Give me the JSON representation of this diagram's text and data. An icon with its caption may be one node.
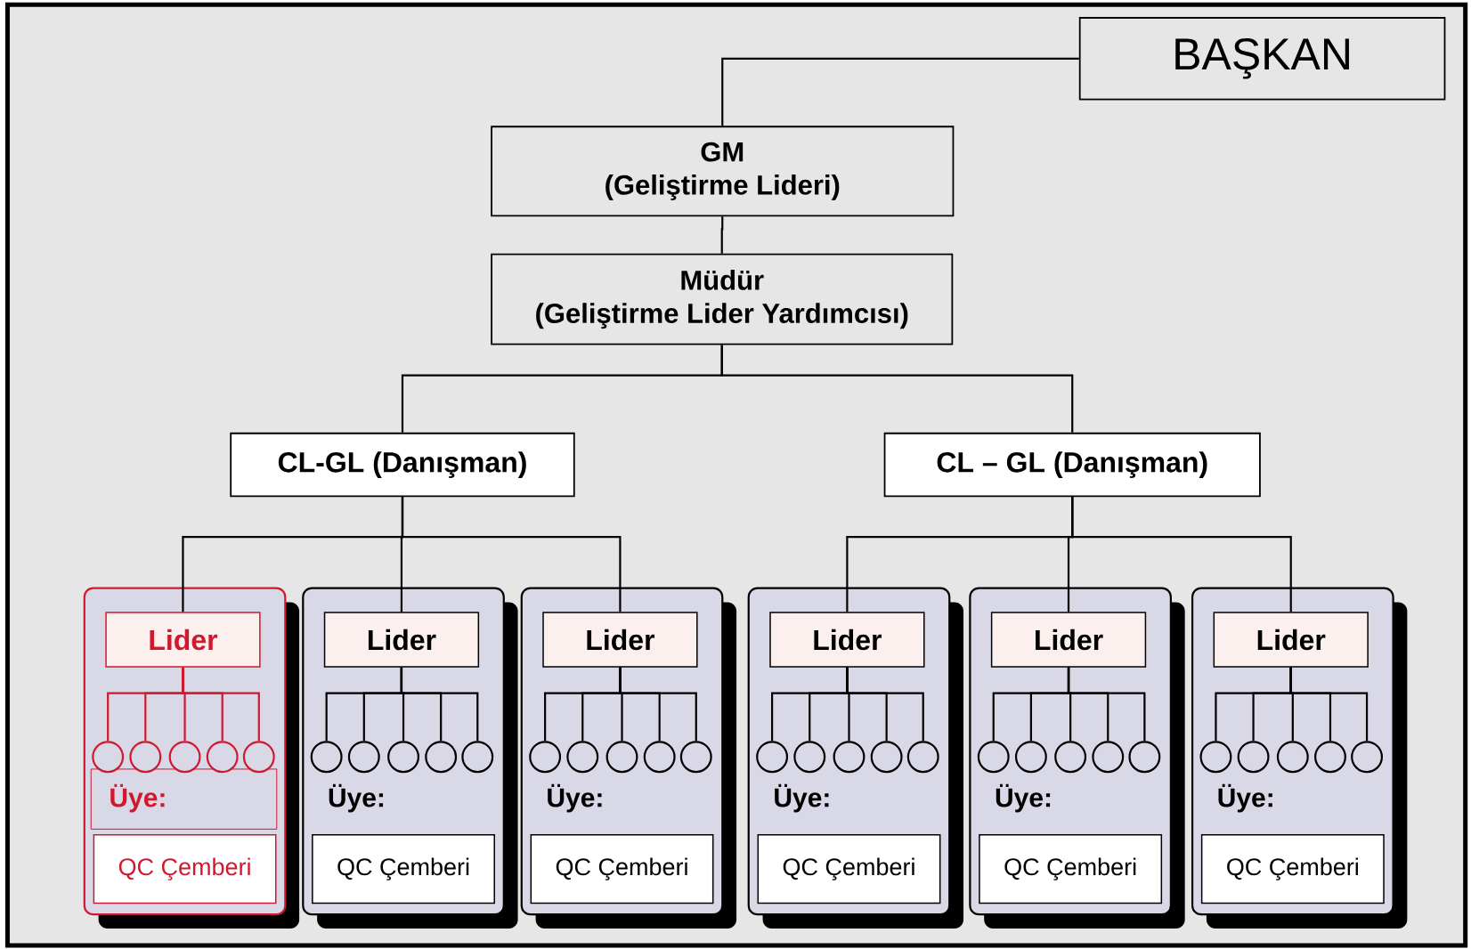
{
  "diagram": {
    "nodes": [
      {
        "text": [
          "BAŞKAN"
        ]
      },
      {
        "text": [
          "GM",
          "(Geliştirme Lideri)"
        ]
      },
      {
        "text": [
          "Müdür",
          "(Geliştirme Lider Yardımcısı)"
        ]
      },
      {
        "text": [
          "CL-GL (Danışman)"
        ]
      },
      {
        "text": [
          "CL – GL (Danışman)"
        ]
      },
      {
        "text": [
          "Üye:"
        ]
      },
      {
        "text": [
          "Lider"
        ],
        "in": 5
      },
      {
        "text": [],
        "shape": "circle",
        "in": 5
      },
      {
        "text": [],
        "shape": "circle",
        "in": 5
      },
      {
        "text": [],
        "shape": "circle",
        "in": 5
      },
      {
        "text": [],
        "shape": "circle",
        "in": 5
      },
      {
        "text": [],
        "shape": "circle",
        "in": 5
      },
      {
        "text": [
          "QC Çemberi"
        ],
        "in": 5
      },
      {
        "text": [
          "Üye:"
        ]
      },
      {
        "text": [
          "Lider"
        ],
        "in": 13
      },
      {
        "text": [],
        "shape": "circle",
        "in": 13
      },
      {
        "text": [],
        "shape": "circle",
        "in": 13
      },
      {
        "text": [],
        "shape": "circle",
        "in": 13
      },
      {
        "text": [],
        "shape": "circle",
        "in": 13
      },
      {
        "text": [],
        "shape": "circle",
        "in": 13
      },
      {
        "text": [
          "QC Çemberi"
        ],
        "in": 13
      },
      {
        "text": [
          "Üye:"
        ]
      },
      {
        "text": [
          "Lider"
        ],
        "in": 21
      },
      {
        "text": [],
        "shape": "circle",
        "in": 21
      },
      {
        "text": [],
        "shape": "circle",
        "in": 21
      },
      {
        "text": [],
        "shape": "circle",
        "in": 21
      },
      {
        "text": [],
        "shape": "circle",
        "in": 21
      },
      {
        "text": [],
        "shape": "circle",
        "in": 21
      },
      {
        "text": [
          "QC Çemberi"
        ],
        "in": 21
      },
      {
        "text": [
          "Üye:"
        ]
      },
      {
        "text": [
          "Lider"
        ],
        "in": 29
      },
      {
        "text": [],
        "shape": "circle",
        "in": 29
      },
      {
        "text": [],
        "shape": "circle",
        "in": 29
      },
      {
        "text": [],
        "shape": "circle",
        "in": 29
      },
      {
        "text": [],
        "shape": "circle",
        "in": 29
      },
      {
        "text": [],
        "shape": "circle",
        "in": 29
      },
      {
        "text": [
          "QC Çemberi"
        ],
        "in": 29
      },
      {
        "text": [
          "Üye:"
        ]
      },
      {
        "text": [
          "Lider"
        ],
        "in": 37
      },
      {
        "text": [],
        "shape": "circle",
        "in": 37
      },
      {
        "text": [],
        "shape": "circle",
        "in": 37
      },
      {
        "text": [],
        "shape": "circle",
        "in": 37
      },
      {
        "text": [],
        "shape": "circle",
        "in": 37
      },
      {
        "text": [],
        "shape": "circle",
        "in": 37
      },
      {
        "text": [
          "QC Çemberi"
        ],
        "in": 37
      },
      {
        "text": [
          "Üye:"
        ]
      },
      {
        "text": [
          "Lider"
        ],
        "in": 45
      },
      {
        "text": [],
        "shape": "circle",
        "in": 45
      },
      {
        "text": [],
        "shape": "circle",
        "in": 45
      },
      {
        "text": [],
        "shape": "circle",
        "in": 45
      },
      {
        "text": [],
        "shape": "circle",
        "in": 45
      },
      {
        "text": [],
        "shape": "circle",
        "in": 45
      },
      {
        "text": [
          "QC Çemberi"
        ],
        "in": 45
      }
    ],
    "edges": [
      {
        "from": 0,
        "to": 1,
        "arrow": "none"
      },
      {
        "from": 1,
        "to": 2,
        "arrow": "none"
      },
      {
        "from": 2,
        "to": 3,
        "arrow": "none"
      },
      {
        "from": 2,
        "to": 4,
        "arrow": "none"
      },
      {
        "from": 3,
        "to": 6,
        "arrow": "none"
      },
      {
        "from": 3,
        "to": 14,
        "arrow": "none"
      },
      {
        "from": 3,
        "to": 22,
        "arrow": "none"
      },
      {
        "from": 4,
        "to": 30,
        "arrow": "none"
      },
      {
        "from": 4,
        "to": 38,
        "arrow": "none"
      },
      {
        "from": 4,
        "to": 46,
        "arrow": "none"
      },
      {
        "from": 6,
        "to": 7,
        "arrow": "none",
        "color": "#d0192e"
      },
      {
        "from": 6,
        "to": 8,
        "arrow": "none",
        "color": "#d0192e"
      },
      {
        "from": 6,
        "to": 9,
        "arrow": "none",
        "color": "#d0192e"
      },
      {
        "from": 6,
        "to": 10,
        "arrow": "none",
        "color": "#d0192e"
      },
      {
        "from": 6,
        "to": 11,
        "arrow": "none",
        "color": "#d0192e"
      },
      {
        "from": 14,
        "to": 15,
        "arrow": "none"
      },
      {
        "from": 14,
        "to": 16,
        "arrow": "none"
      },
      {
        "from": 14,
        "to": 17,
        "arrow": "none"
      },
      {
        "from": 14,
        "to": 18,
        "arrow": "none"
      },
      {
        "from": 14,
        "to": 19,
        "arrow": "none"
      },
      {
        "from": 22,
        "to": 23,
        "arrow": "none"
      },
      {
        "from": 22,
        "to": 24,
        "arrow": "none"
      },
      {
        "from": 22,
        "to": 25,
        "arrow": "none"
      },
      {
        "from": 22,
        "to": 26,
        "arrow": "none"
      },
      {
        "from": 22,
        "to": 27,
        "arrow": "none"
      },
      {
        "from": 30,
        "to": 31,
        "arrow": "none"
      },
      {
        "from": 30,
        "to": 32,
        "arrow": "none"
      },
      {
        "from": 30,
        "to": 33,
        "arrow": "none"
      },
      {
        "from": 30,
        "to": 34,
        "arrow": "none"
      },
      {
        "from": 30,
        "to": 35,
        "arrow": "none"
      },
      {
        "from": 38,
        "to": 39,
        "arrow": "none"
      },
      {
        "from": 38,
        "to": 40,
        "arrow": "none"
      },
      {
        "from": 38,
        "to": 41,
        "arrow": "none"
      },
      {
        "from": 38,
        "to": 42,
        "arrow": "none"
      },
      {
        "from": 38,
        "to": 43,
        "arrow": "none"
      },
      {
        "from": 46,
        "to": 47,
        "arrow": "none"
      },
      {
        "from": 46,
        "to": 48,
        "arrow": "none"
      },
      {
        "from": 46,
        "to": 49,
        "arrow": "none"
      },
      {
        "from": 46,
        "to": 50,
        "arrow": "none"
      },
      {
        "from": 46,
        "to": 51,
        "arrow": "none"
      }
    ]
  }
}
